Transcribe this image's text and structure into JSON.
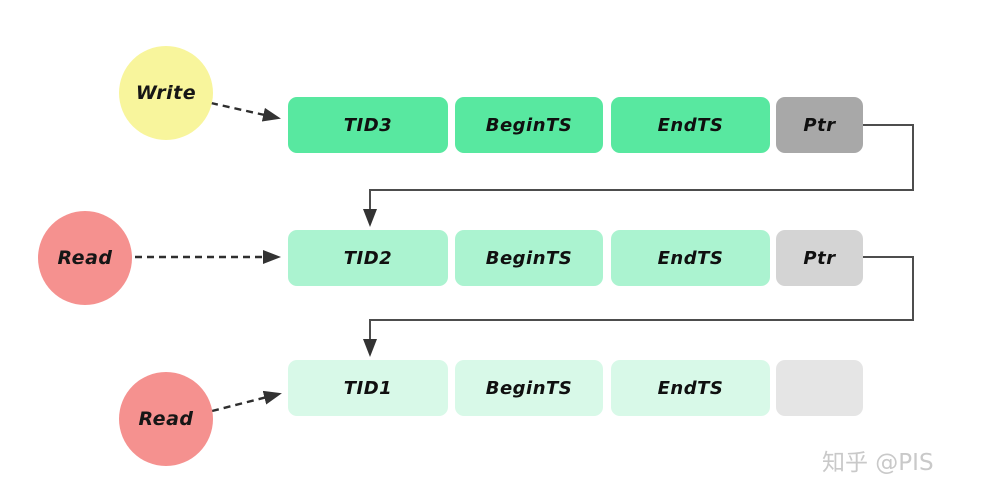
{
  "diagram": {
    "actors": [
      {
        "label": "Write",
        "color": "#f8f59c"
      },
      {
        "label": "Read",
        "color": "#f5918f"
      },
      {
        "label": "Read",
        "color": "#f5918f"
      }
    ],
    "rows": [
      {
        "fill": "#58e8a0",
        "ptr_fill": "#a8a8a8",
        "cells": [
          {
            "label": "TID3"
          },
          {
            "label": "BeginTS"
          },
          {
            "label": "EndTS"
          },
          {
            "label": "Ptr"
          }
        ]
      },
      {
        "fill": "#abf3d0",
        "ptr_fill": "#d4d4d4",
        "cells": [
          {
            "label": "TID2"
          },
          {
            "label": "BeginTS"
          },
          {
            "label": "EndTS"
          },
          {
            "label": "Ptr"
          }
        ]
      },
      {
        "fill": "#d8f9e8",
        "ptr_fill": "#e5e5e5",
        "cells": [
          {
            "label": "TID1"
          },
          {
            "label": "BeginTS"
          },
          {
            "label": "EndTS"
          },
          {
            "label": ""
          }
        ]
      }
    ],
    "line_colors": {
      "pointer_chain": "#4d4d4d",
      "dashed_access": "#2e2e2e"
    },
    "watermark": {
      "text": "知乎 @PIS",
      "color": "#c9c9c9"
    }
  }
}
